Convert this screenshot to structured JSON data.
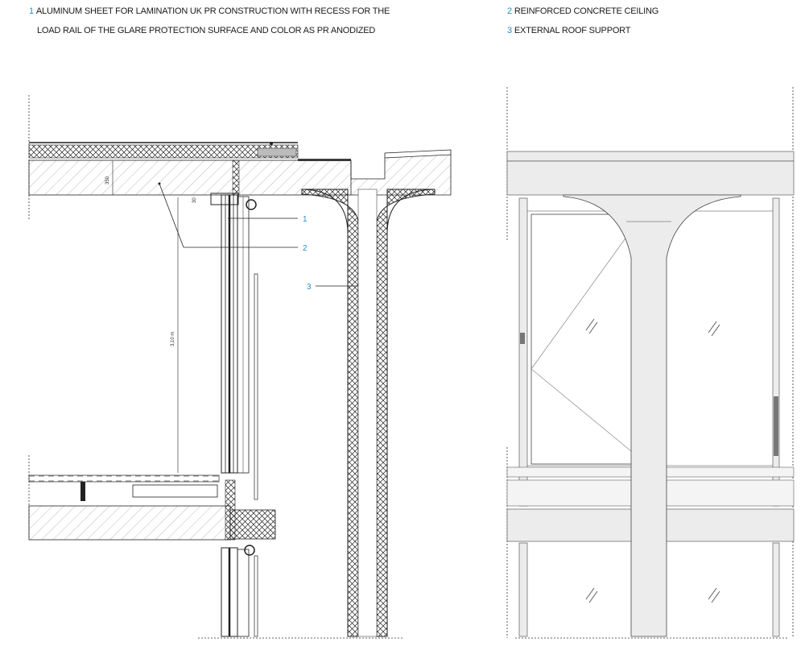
{
  "legend": {
    "item1": {
      "number": "1",
      "line1": "ALUMINUM SHEET FOR LAMINATION UK PR CONSTRUCTION WITH RECESS FOR THE",
      "line2": "LOAD RAIL OF THE GLARE PROTECTION SURFACE AND COLOR AS PR ANODIZED"
    },
    "item2": {
      "number": "2",
      "text": "REINFORCED CONCRETE CEILING"
    },
    "item3": {
      "number": "3",
      "text": "EXTERNAL ROOF SUPPORT"
    }
  },
  "callouts": {
    "c1": "1",
    "c2": "2",
    "c3": "3"
  },
  "dimensions": {
    "slab": "350",
    "small": "30",
    "height": "3,10 m"
  },
  "colors": {
    "accent": "#2a8fc4",
    "line": "#1a1a1a",
    "concrete_fill": "#ececec"
  }
}
